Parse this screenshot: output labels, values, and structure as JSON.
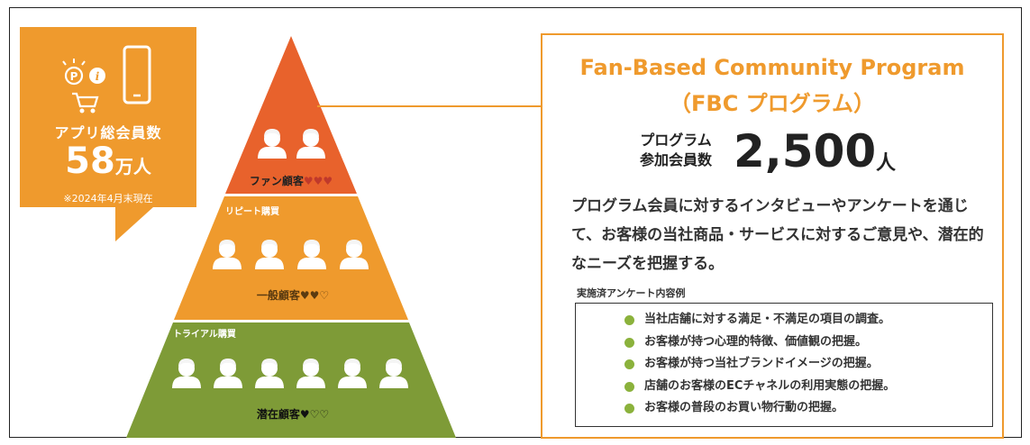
{
  "app_stats": {
    "title": "アプリ総会員数",
    "number": "58",
    "unit": "万人",
    "date_note": "※2024年4月末現在",
    "icons": [
      "points-coin-icon",
      "info-icon",
      "shopping-cart-icon",
      "smartphone-icon"
    ]
  },
  "pyramid": {
    "top": {
      "label": "ファン顧客",
      "hearts": "♥♥♥",
      "people": 2,
      "color": "#e8622c"
    },
    "middle": {
      "caption": "リピート購買",
      "label": "一般顧客",
      "hearts": "♥♥♡",
      "people": 4,
      "color": "#ef9a2d"
    },
    "bottom": {
      "caption": "トライアル購買",
      "label": "潜在顧客",
      "hearts": "♥♡♡",
      "people": 6,
      "color": "#7e9b37"
    }
  },
  "program": {
    "title": "Fan-Based Community Program",
    "subtitle": "（FBC プログラム）",
    "members_label_line1": "プログラム",
    "members_label_line2": "参加会員数",
    "members_number": "2,500",
    "members_unit": "人",
    "description": "プログラム会員に対するインタビューやアンケートを通じて、お客様の当社商品・サービスに対するご意見や、潜在的なニーズを把握する。",
    "survey_caption": "実施済アンケート内容例",
    "survey_items": [
      "当社店舗に対する満足・不満足の項目の調査。",
      "お客様が持つ心理的特徴、価値観の把握。",
      "お客様が持つ当社ブランドイメージの把握。",
      "店舗のお客様のECチャネルの利用実態の把握。",
      "お客様の普段のお買い物行動の把握。"
    ]
  },
  "colors": {
    "orange": "#ef9a2d",
    "red_orange": "#e8622c",
    "green": "#7e9b37",
    "bullet_green": "#8bb23c"
  }
}
